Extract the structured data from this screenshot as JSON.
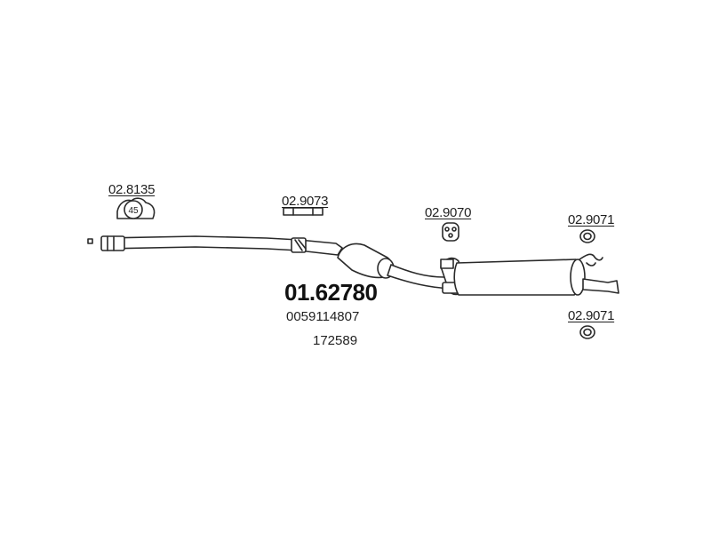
{
  "part": {
    "number": "01.62780",
    "references": [
      "0059114807",
      "172589"
    ]
  },
  "components": [
    {
      "code": "02.8135",
      "kind": "clamp",
      "clamp_label": "45"
    },
    {
      "code": "02.9073",
      "kind": "pipe-connector"
    },
    {
      "code": "02.9070",
      "kind": "hanger"
    },
    {
      "code": "02.9071",
      "kind": "rubber-ring-upper"
    },
    {
      "code": "02.9071",
      "kind": "rubber-ring-lower"
    }
  ],
  "colors": {
    "line": "#2a2a2a",
    "fill": "#ffffff",
    "text": "#1f1f1f"
  }
}
